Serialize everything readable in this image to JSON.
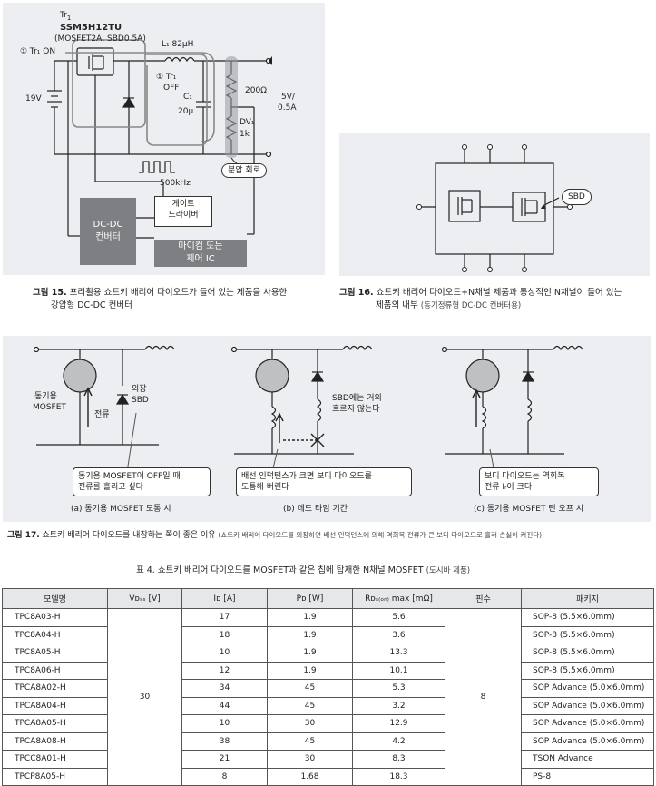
{
  "fig15": {
    "tr_title": "Tr",
    "tr_sub": "1",
    "part": "SSM5H12TU",
    "part_spec": "(MOSFET2A, SBD0.5A)",
    "inductor": "L₁ 82μH",
    "tr_on": "① Tr₁ ON",
    "tr_off_1": "① Tr₁",
    "tr_off_2": "OFF",
    "cap_1": "C₁",
    "cap_2": "20μ",
    "vin": "19V",
    "r_top": "200Ω",
    "r_bot_1": "DV₁",
    "r_bot_2": "1k",
    "vout_1": "5V/",
    "vout_2": "0.5A",
    "divider": "분압 회로",
    "freq": "500kHz",
    "converter": "DC-DC\n컨버터",
    "gate_driver": "게이트\n드라이버",
    "mcu": "마이컴 또는\n제어 IC",
    "caption_no": "그림 15.",
    "caption": "프리휠용 쇼트키 배리어 다이오드가 들어 있는 제품을 사용한",
    "caption2": "강압형 DC-DC 컨버터"
  },
  "fig16": {
    "sbd": "SBD",
    "caption_no": "그림 16.",
    "caption": "쇼트키 배리어 다이오드+N채널 제품과 통상적인 N채널이 들어 있는",
    "caption2": "제품의 내부",
    "caption2_note": "(동기정류형 DC-DC 컨버터용)"
  },
  "fig17": {
    "a_mos_1": "동기용",
    "a_mos_2": "MOSFET",
    "a_ext_1": "외장",
    "a_ext_2": "SBD",
    "a_current": "전류",
    "a_note_1": "동기용 MOSFET이 OFF일 때",
    "a_note_2": "전류를 흘리고 싶다",
    "a_label": "(a) 동기용 MOSFET 도통 시",
    "b_sbd_1": "SBD에는 거의",
    "b_sbd_2": "흐르지 않는다",
    "b_note_1": "배선 인덕턴스가 크면 보디 다이오드를",
    "b_note_2": "도통해 버린다",
    "b_label": "(b) 데드 타임 기간",
    "c_note_1": "보디 다이오드는 역회복",
    "c_note_2": "전류 Iᵣ이 크다",
    "c_label": "(c) 동기용 MOSFET 턴 오프 시",
    "caption_no": "그림 17.",
    "caption": "쇼트키 배리어 다이오드를 내장하는 쪽이 좋은 이유",
    "caption_note": "(쇼트키 배리어 다이오드를 외장하면 배선 인덕턴스에 의해 역회복 전류가 큰 보디 다이오드로 흘러 손실이 커진다)"
  },
  "table": {
    "title": "표 4. 쇼트키 배리어 다이오드를 MOSFET과 같은 칩에 탑재한 N채널 MOSFET",
    "title_note": "(도시바 제품)",
    "headers": [
      "모델명",
      "Vᴅₛₛ [V]",
      "Iᴅ [A]",
      "Pᴅ [W]",
      "Rᴅₛ₍ₒₙ₎ max [mΩ]",
      "핀수",
      "패키지"
    ],
    "vdss": "30",
    "pins": "8",
    "rows": [
      [
        "TPC8A03-H",
        "17",
        "1.9",
        "5.6",
        "SOP-8 (5.5×6.0mm)"
      ],
      [
        "TPC8A04-H",
        "18",
        "1.9",
        "3.6",
        "SOP-8 (5.5×6.0mm)"
      ],
      [
        "TPC8A05-H",
        "10",
        "1.9",
        "13.3",
        "SOP-8 (5.5×6.0mm)"
      ],
      [
        "TPC8A06-H",
        "12",
        "1.9",
        "10.1",
        "SOP-8 (5.5×6.0mm)"
      ],
      [
        "TPCA8A02-H",
        "34",
        "45",
        "5.3",
        "SOP Advance (5.0×6.0mm)"
      ],
      [
        "TPCA8A04-H",
        "44",
        "45",
        "3.2",
        "SOP Advance (5.0×6.0mm)"
      ],
      [
        "TPCA8A05-H",
        "10",
        "30",
        "12.9",
        "SOP Advance (5.0×6.0mm)"
      ],
      [
        "TPCA8A08-H",
        "38",
        "45",
        "4.2",
        "SOP Advance (5.0×6.0mm)"
      ],
      [
        "TPCC8A01-H",
        "21",
        "30",
        "8.3",
        "TSON Advance"
      ],
      [
        "TPCP8A05-H",
        "8",
        "1.68",
        "18.3",
        "PS-8"
      ]
    ]
  }
}
